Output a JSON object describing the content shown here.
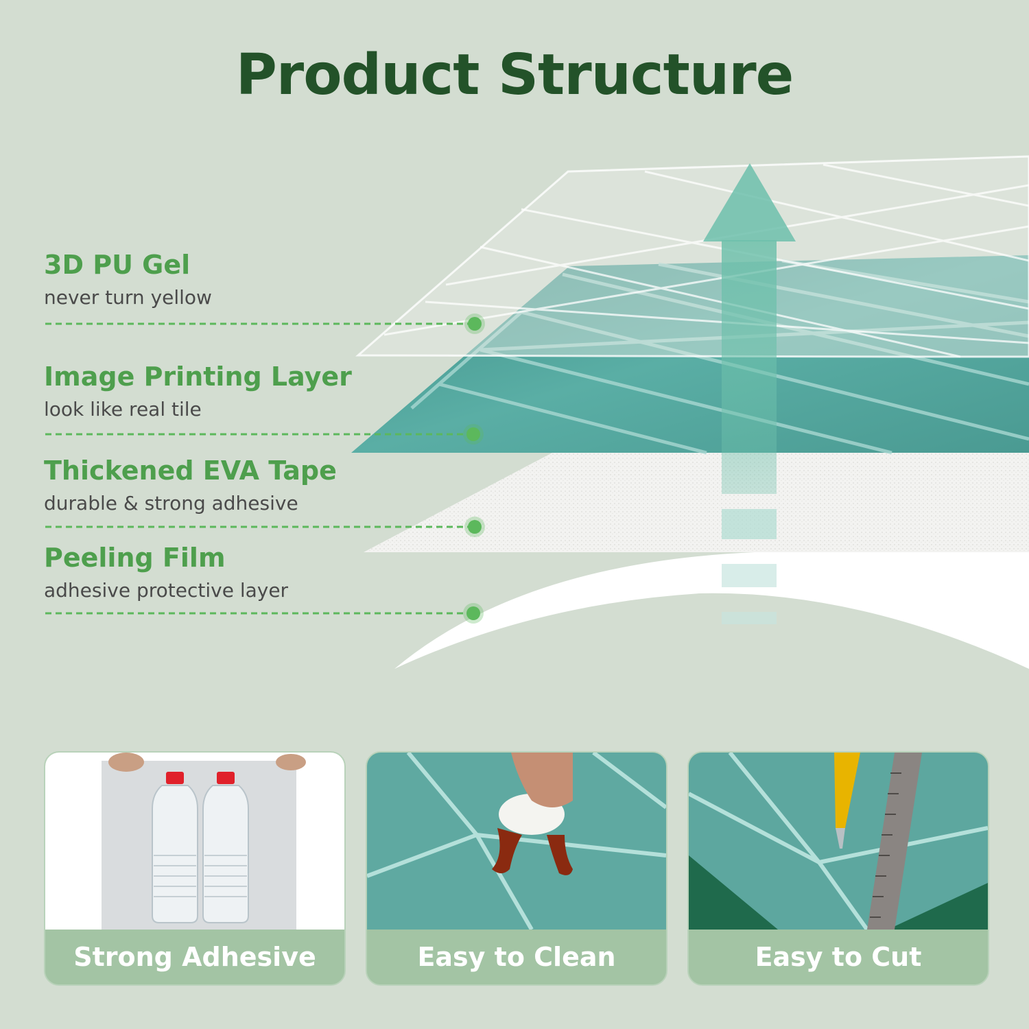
{
  "title": "Product Structure",
  "layers": [
    {
      "name": "3D PU Gel",
      "desc": "never turn yellow"
    },
    {
      "name": "Image Printing Layer",
      "desc": "look like real tile"
    },
    {
      "name": "Thickened EVA Tape",
      "desc": "durable & strong adhesive"
    },
    {
      "name": "Peeling Film",
      "desc": "adhesive protective layer"
    }
  ],
  "features": [
    {
      "label": "Strong Adhesive",
      "photo_icon": "water-bottles-icon"
    },
    {
      "label": "Easy to Clean",
      "photo_icon": "wiping-cloth-icon"
    },
    {
      "label": "Easy to Cut",
      "photo_icon": "utility-knife-ruler-icon"
    }
  ],
  "colors": {
    "background": "#d3ddd1",
    "title": "#235229",
    "layer_name": "#4e9f4d",
    "connector": "#5cb85c",
    "tile": "#4e9e97",
    "caption_bg": "#a3c4a4",
    "arrow": "#6dbfa9"
  }
}
